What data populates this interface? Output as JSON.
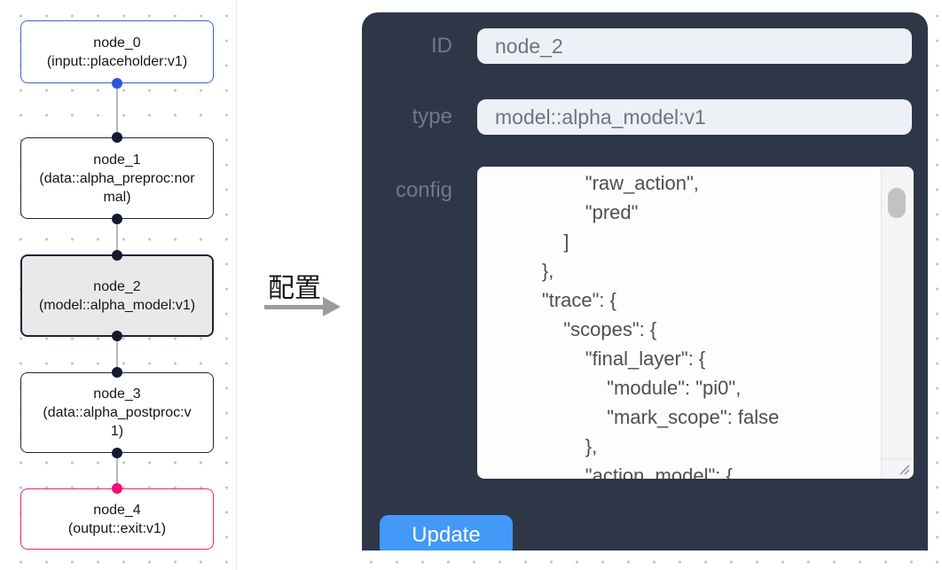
{
  "flow_canvas": {
    "nodes": [
      {
        "name": "node_0",
        "type_label": "(input::placeholder:v1)",
        "variant": "input",
        "border_color": "#3a63d2"
      },
      {
        "name": "node_1",
        "type_label": "(data::alpha_preproc:normal)",
        "variant": "process",
        "border_color": "#1d2539"
      },
      {
        "name": "node_2",
        "type_label": "(model::alpha_model:v1)",
        "variant": "process-selected",
        "border_color": "#1d2539",
        "fill_color": "#e9e9e9"
      },
      {
        "name": "node_3",
        "type_label": "(data::alpha_postproc:v1)",
        "variant": "process",
        "border_color": "#1d2539"
      },
      {
        "name": "node_4",
        "type_label": "(output::exit:v1)",
        "variant": "output",
        "border_color": "#ec2577"
      }
    ],
    "edge_color": "#b9b9b9",
    "port_colors": {
      "input": "#2d55d6",
      "process": "#141a2e",
      "output": "#f30d7a"
    }
  },
  "annotation": {
    "label": "配置",
    "arrow_direction": "right",
    "arrow_color": "#9c9c9c"
  },
  "config_panel": {
    "background": "#2d3748",
    "id_field": {
      "label": "ID",
      "value": "node_2"
    },
    "type_field": {
      "label": "type",
      "value": "model::alpha_model:v1"
    },
    "config_field": {
      "label": "config",
      "value": "                \"raw_action\",\n                \"pred\"\n            ]\n        },\n        \"trace\": {\n            \"scopes\": {\n                \"final_layer\": {\n                    \"module\": \"pi0\",\n                    \"mark_scope\": false\n                },\n                \"action_model\": {"
    },
    "update_button": {
      "label": "Update",
      "color": "#4299f8"
    }
  }
}
